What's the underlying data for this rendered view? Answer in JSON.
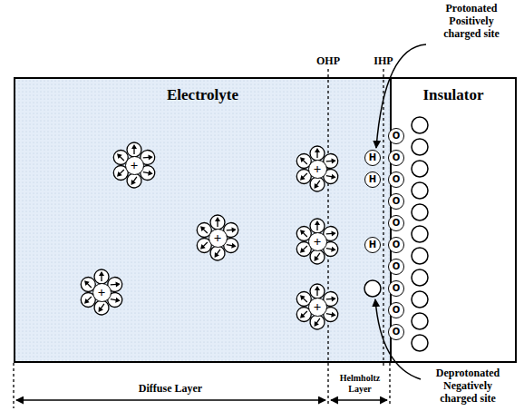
{
  "diagram": {
    "nodes": [
      {
        "text": [
          "Electrolyte"
        ]
      },
      {
        "text": [
          "Insulator"
        ]
      },
      {
        "text": [
          "+"
        ],
        "in": 0
      },
      {
        "text": [
          "+"
        ],
        "in": 0
      },
      {
        "text": [
          "+"
        ],
        "in": 0
      },
      {
        "text": [
          "+"
        ],
        "in": 0
      },
      {
        "text": [
          "+"
        ],
        "in": 0
      },
      {
        "text": [
          "+"
        ],
        "in": 0
      },
      {
        "text": [
          "H"
        ],
        "in": 0
      },
      {
        "text": [
          "H"
        ],
        "in": 0
      },
      {
        "text": [
          "H"
        ],
        "in": 0
      },
      {
        "text": [
          "O"
        ],
        "in": 1
      },
      {
        "text": [
          "O"
        ],
        "in": 1
      },
      {
        "text": [
          "O"
        ],
        "in": 1
      },
      {
        "text": [
          "O"
        ],
        "in": 1
      },
      {
        "text": [
          "O"
        ],
        "in": 1
      },
      {
        "text": [
          "O"
        ],
        "in": 1
      },
      {
        "text": [
          "O"
        ],
        "in": 1
      },
      {
        "text": [
          "O"
        ],
        "in": 1
      },
      {
        "text": [
          "O"
        ],
        "in": 1
      },
      {
        "text": [
          "O"
        ],
        "in": 1
      }
    ],
    "labels": [
      "Protonated Positively charged site",
      "OHP",
      "IHP",
      "Deprotonated Negatively charged site",
      "Diffuse Layer",
      "Helmholtz Layer"
    ]
  }
}
